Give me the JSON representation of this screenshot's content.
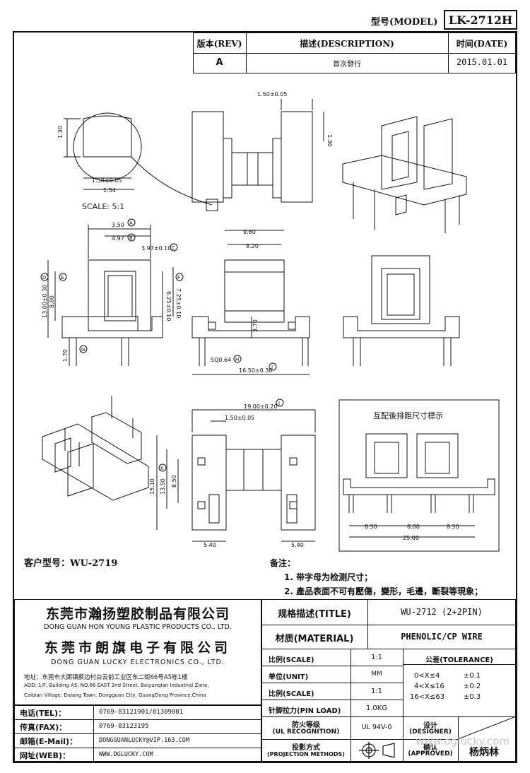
{
  "header": {
    "model_label": "型号(MODEL)",
    "model_value": "LK-2712H",
    "rev_header": "版本(REV)",
    "desc_header": "描述(DESCRIPTION)",
    "date_header": "时间(DATE)",
    "rev_value": "A",
    "desc_value": "首次發行",
    "date_value": "2015.01.01"
  },
  "drawing": {
    "dim_top_1": "1.50±0.05",
    "dim_right_1": "1.30",
    "dim_left_1": "1.30",
    "dim_detail_w": "1.50±0.05",
    "dim_detail_w2": "1.54",
    "scale_note": "SCALE: 5:1",
    "dim_350": "3.50",
    "dim_497": "4.97",
    "dim_397": "3.97±0.10",
    "dim_1300": "13.00±0.30",
    "dim_880": "8.80",
    "dim_625": "6.25±0.10",
    "dim_725": "7.25±0.10",
    "dim_170": "1.70",
    "dim_960": "9.60",
    "dim_820": "8.20",
    "dim_370": "3.70",
    "dim_sq": "SQ0.64",
    "dim_1650": "16.50±0.30",
    "dim_1900": "19.00±0.20",
    "dim_150b": "1.50±0.05",
    "dim_1510": "15.10",
    "dim_1350": "13.50",
    "dim_850": "8.50",
    "dim_540a": "5.40",
    "dim_540b": "5.40",
    "inset_title": "互配後排距尺寸標示",
    "inset_d1": "8.50",
    "inset_d2": "8.00",
    "inset_d3": "8.50",
    "inset_total": "25.00",
    "tol_mark_a": "A",
    "tol_mark_b": "B",
    "tol_mark_c": "C",
    "tol_mark_d": "D",
    "tol_mark_e": "E",
    "tol_mark_f": "F",
    "tol_mark_g": "G",
    "tol_mark_h": "H",
    "tol_mark_i": "I",
    "tol_mark_j": "J",
    "tol_mark_k": "K"
  },
  "customer": {
    "label": "客户型号：WU-2719"
  },
  "notes": {
    "title": "备注：",
    "n1": "1. 带字母为检测尺寸；",
    "n2": "2. 產品表面不可有壓傷，變形，毛邊，斷裂等現象；"
  },
  "company": {
    "cn1": "东莞市瀚扬塑胶制品有限公司",
    "en1": "DONG GUAN HON YOUNG PLASTIC PRODUCTS CO., LTD.",
    "cn2": "东莞市朗旗电子有限公司",
    "en2": "DONG GUAN LUCKY ELECTRONICS CO., LTD.",
    "addr_cn": "地址：东莞市大朗镇蔡边村白云前工业区东二街66号A5栋1楼",
    "addr_en1": "ADD: 1/F, Building A5, NO.66 EAST 2nd Street, Baiyunqian Industrial Zone,",
    "addr_en2": "Caibian Village, Dalang Town, Dongguan City, GuangDong Province,China"
  },
  "contact": {
    "tel_label": "电话(TEL)：",
    "tel_value": "0769-83121901/81309001",
    "fax_label": "传真(FAX)：",
    "fax_value": "0769-83123195",
    "mail_label": "邮箱(E-Mail)：",
    "mail_value": "DONGGUANLUCKY@VIP.163.COM",
    "web_label": "网址(WEB)：",
    "web_value": "WWW.DGLUCKY.COM"
  },
  "title_block": {
    "title_label": "规格描述(TITLE)",
    "title_value": "WU-2712 (2+2PIN)",
    "material_label": "材质(MATERIAL)",
    "material_value": "PHENOLIC/CP WIRE",
    "scale_label": "比例(SCALE)",
    "scale_value": "1:1",
    "unit_label": "单位(UNIT)",
    "unit_value": "MM",
    "scale2_label": "比例(SCALE)",
    "scale2_value": "1:1",
    "pin_label": "针脚拉力(PIN LOAD)",
    "pin_value": "1.0KG",
    "ul_label1": "防火等级",
    "ul_label2": "(UL RECOGNITION)",
    "ul_value": "UL 94V-0",
    "proj_label1": "投影方式",
    "proj_label2": "(PROJECTION METHODS)",
    "tol_header": "公差(TOLERANCE)",
    "tol1_range": "0<X≤4",
    "tol1_val": "±0.1",
    "tol2_range": "4<X≤16",
    "tol2_val": "±0.2",
    "tol3_range": "16<X≤63",
    "tol3_val": "±0.3",
    "designer_label1": "设计",
    "designer_label2": "(DESIGNER)",
    "approved_label1": "确认",
    "approved_label2": "(APPROVED)",
    "approver_name": "杨炳林",
    "watermark": "www.dglucky.com"
  }
}
